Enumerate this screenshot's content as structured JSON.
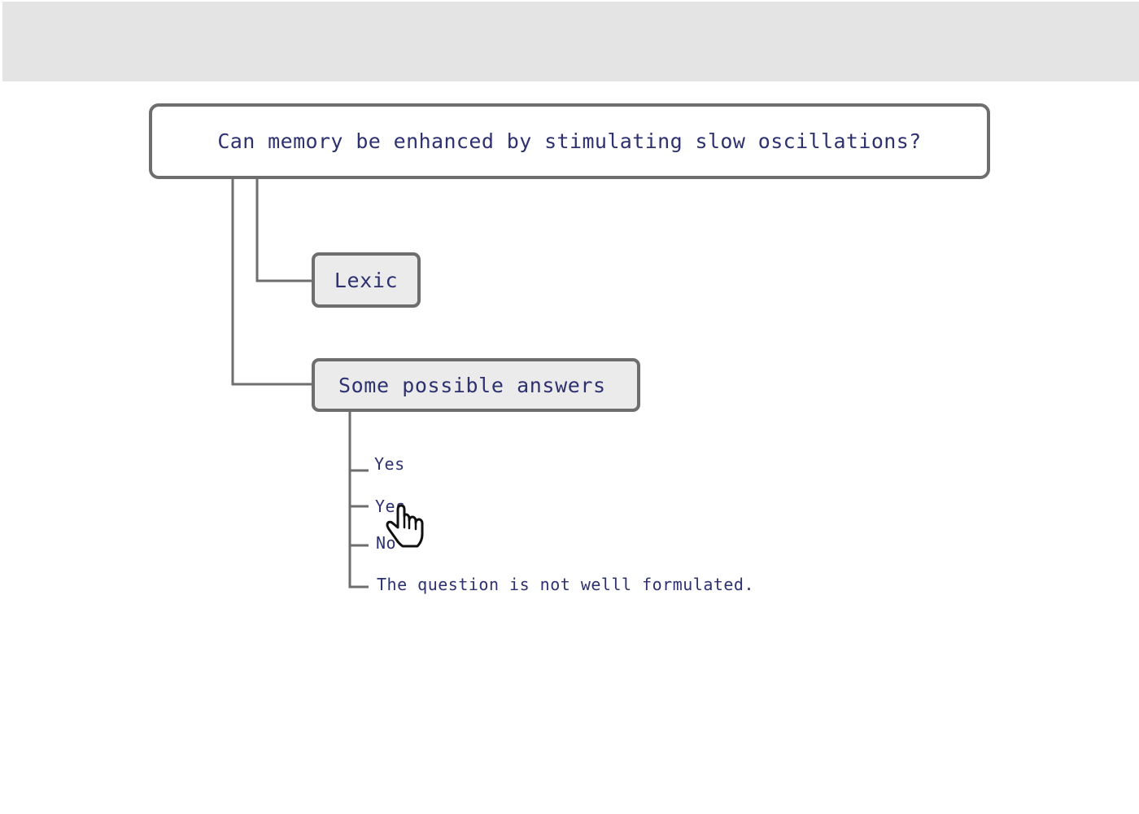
{
  "question": "Can memory be enhanced by stimulating slow oscillations?",
  "lexic_label": "Lexic",
  "answers_header": "Some possible answers",
  "answers": [
    "Yes",
    "Yes",
    "No",
    "The question is not welll formulated."
  ],
  "colors": {
    "text": "#2e3170",
    "border": "#6e6e6e",
    "node_fill": "#ebebeb",
    "top_bar": "#e4e4e4"
  },
  "cursor_icon": "hand-pointer-icon"
}
